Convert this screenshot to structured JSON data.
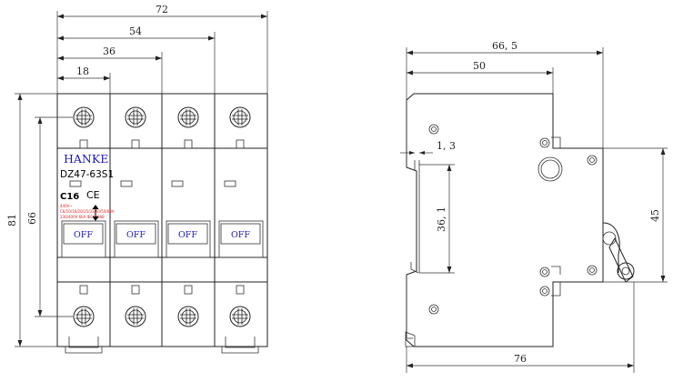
{
  "front_view": {
    "dimensions": {
      "total_width": "72",
      "three_pole_width": "54",
      "two_pole_width": "36",
      "single_pole_width": "18",
      "total_height": "81",
      "terminal_pitch": "66"
    },
    "label": {
      "brand": "HANKE",
      "model": "DZ47-63S1",
      "rating": "C16",
      "certification": "CE",
      "spec_lines": [
        "440V~",
        "C6/10/16/20/25/32/40/50/63A",
        "230/400V 6kA IEC60898"
      ]
    },
    "handles": [
      {
        "label": "OFF"
      },
      {
        "label": "OFF"
      },
      {
        "label": "OFF"
      },
      {
        "label": "OFF"
      }
    ]
  },
  "side_view": {
    "dimensions": {
      "depth_to_front": "66, 5",
      "depth_to_shoulder": "50",
      "rail_offset": "1, 3",
      "rail_clip_height": "36, 1",
      "front_face_height": "45",
      "overall_depth": "76"
    }
  },
  "colors": {
    "line": "#222222",
    "brand_text": "#1a1ab8",
    "spec_text": "#dd2222"
  }
}
